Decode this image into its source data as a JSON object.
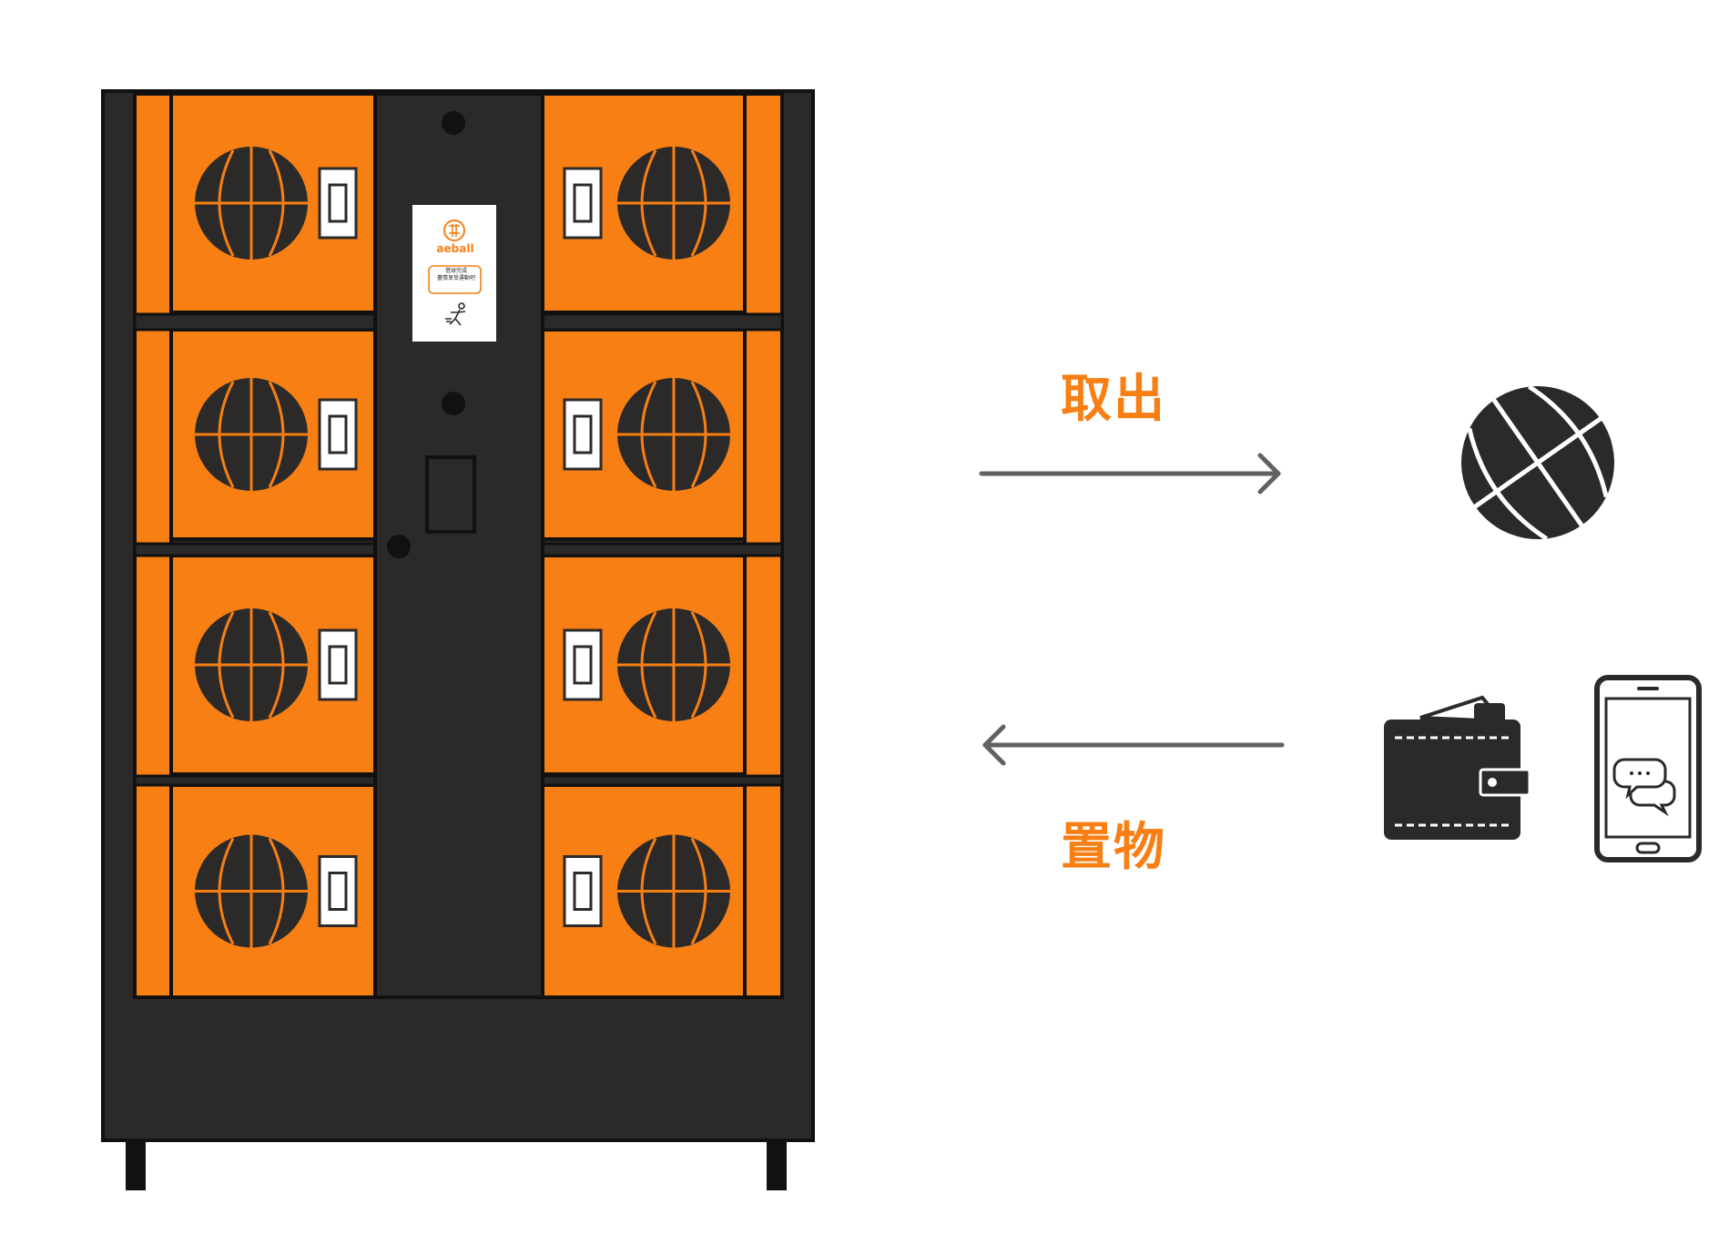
{
  "colors": {
    "orange": "#F77F14",
    "dark": "#2C2A29",
    "arrow": "#616161",
    "white": "#ffffff"
  },
  "locker": {
    "screen": {
      "brand": "aeball",
      "message_line1": "借球完成",
      "message_line2": "盡情享受運動吧"
    },
    "compartment_icon": "basketball-icon"
  },
  "flow": {
    "take_out_label": "取出",
    "store_label": "置物",
    "take_out_item_icon": "basketball-icon",
    "store_item_icons": [
      "wallet-icon",
      "smartphone-icon"
    ]
  }
}
